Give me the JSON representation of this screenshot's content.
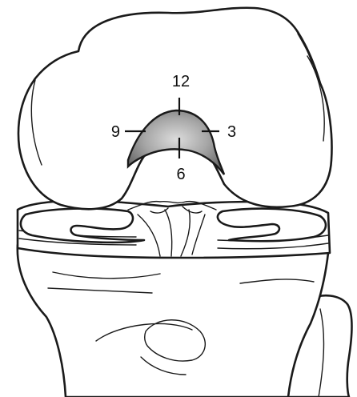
{
  "clock_labels": {
    "twelve": "12",
    "three": "3",
    "six": "6",
    "nine": "9"
  },
  "colors": {
    "line": "#1a1a1a",
    "notch_fill_center": "#d8d8d8",
    "notch_fill_edge": "#6e6e6e",
    "background": "#ffffff"
  }
}
